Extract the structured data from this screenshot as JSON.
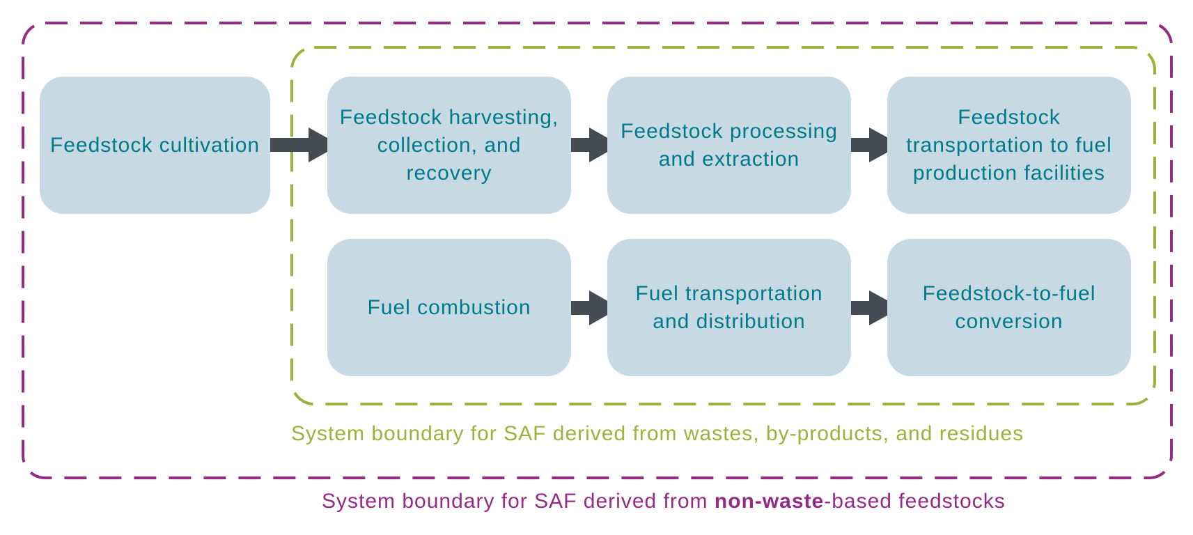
{
  "boxes": {
    "cultivation": "Feedstock cultivation",
    "harvesting": "Feedstock harvesting, collection, and recovery",
    "processing": "Feedstock processing and extraction",
    "transport_feedstock": "Feedstock transportation to fuel production facilities",
    "combustion": "Fuel combustion",
    "fuel_transport": "Fuel transportation and distribution",
    "conversion": "Feedstock-to-fuel conversion"
  },
  "labels": {
    "waste_boundary": "System boundary for SAF derived from wastes, by-products, and residues",
    "nonwaste_prefix": "System boundary for SAF derived from ",
    "nonwaste_bold": "non-waste",
    "nonwaste_suffix": "-based feedstocks"
  },
  "colors": {
    "purple": "#962b86",
    "green": "#9bb33c",
    "box": "#c7dae3",
    "text": "#007a8a",
    "arrow": "#434c54"
  }
}
